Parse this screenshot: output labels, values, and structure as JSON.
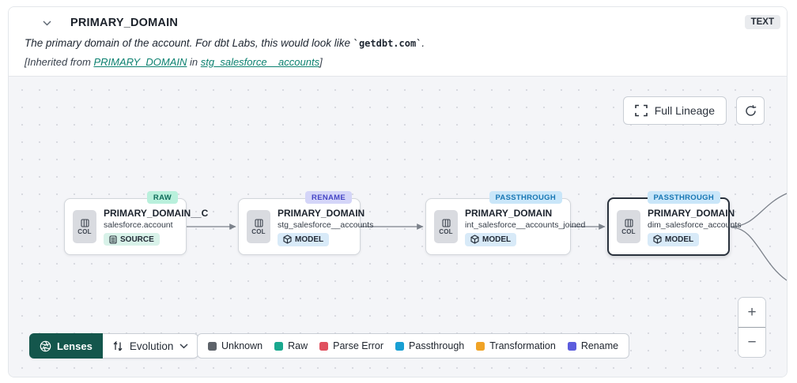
{
  "header": {
    "title": "PRIMARY_DOMAIN",
    "type_badge": "TEXT",
    "description_prefix": "The primary domain of the account. For dbt Labs, this would look like ",
    "description_code": "`getdbt.com`",
    "description_suffix": ".",
    "inherited_prefix": "[Inherited from ",
    "inherited_link_column": "PRIMARY_DOMAIN",
    "inherited_middle": " in ",
    "inherited_link_model": "stg_salesforce__accounts",
    "inherited_suffix": "]"
  },
  "canvas": {
    "full_lineage_label": "Full Lineage",
    "nodes": [
      {
        "title": "PRIMARY_DOMAIN__C",
        "subtitle": "salesforce.account",
        "kind": "SOURCE",
        "tag": "RAW",
        "col_label": "COL"
      },
      {
        "title": "PRIMARY_DOMAIN",
        "subtitle": "stg_salesforce__accounts",
        "kind": "MODEL",
        "tag": "RENAME",
        "col_label": "COL"
      },
      {
        "title": "PRIMARY_DOMAIN",
        "subtitle": "int_salesforce__accounts_joined",
        "kind": "MODEL",
        "tag": "PASSTHROUGH",
        "col_label": "COL"
      },
      {
        "title": "PRIMARY_DOMAIN",
        "subtitle": "dim_salesforce_accounts",
        "kind": "MODEL",
        "tag": "PASSTHROUGH",
        "col_label": "COL"
      }
    ]
  },
  "toolbar": {
    "lenses_label": "Lenses",
    "lens_selected": "Evolution"
  },
  "legend": {
    "items": [
      {
        "label": "Unknown",
        "color": "#5d6269"
      },
      {
        "label": "Raw",
        "color": "#19a88e"
      },
      {
        "label": "Parse Error",
        "color": "#e0505e"
      },
      {
        "label": "Passthrough",
        "color": "#189fd3"
      },
      {
        "label": "Transformation",
        "color": "#f0a326"
      },
      {
        "label": "Rename",
        "color": "#5c5ddd"
      }
    ]
  },
  "zoom_controls": {
    "zoom_in": "+",
    "zoom_out": "−"
  },
  "colors": {
    "accent_teal": "#0d8170",
    "lenses_green": "#14564c",
    "edge_gray": "#7c828b"
  }
}
